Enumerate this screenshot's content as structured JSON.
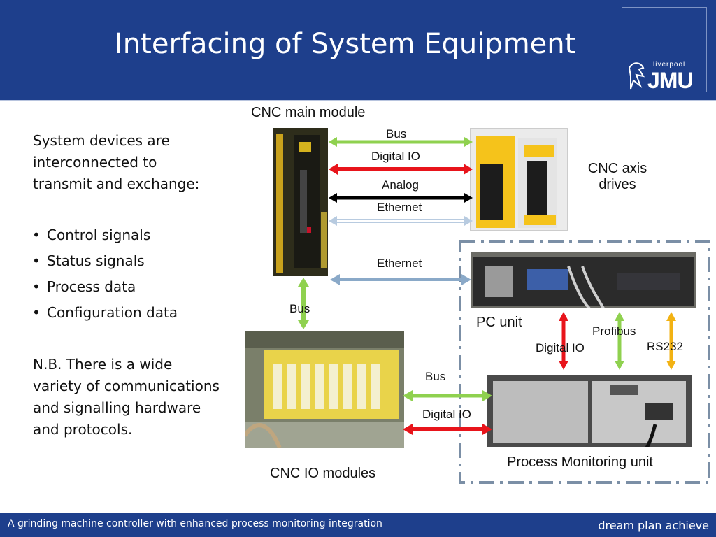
{
  "header": {
    "title": "Interfacing of System Equipment"
  },
  "logo": {
    "small": "liverpool",
    "big": "JMU"
  },
  "left": {
    "intro": [
      "System devices are",
      "interconnected to",
      "transmit and exchange:"
    ],
    "bullets": [
      "Control signals",
      "Status signals",
      "Process data",
      "Configuration data"
    ],
    "note": [
      "N.B. There is a wide",
      "variety of communications",
      "and signalling hardware",
      "and protocols."
    ]
  },
  "diagram": {
    "cnc_main": "CNC main module",
    "axis_drives": [
      "CNC axis",
      "drives"
    ],
    "io_modules": "CNC IO modules",
    "pc_unit": "PC unit",
    "pm_unit": "Process Monitoring unit",
    "links": {
      "bus_top": "Bus",
      "dio_top": "Digital IO",
      "analog": "Analog",
      "eth_top": "Ethernet",
      "eth_mid": "Ethernet",
      "bus_vert": "Bus",
      "profibus": "Profibus",
      "dio_pc": "Digital IO",
      "rs232": "RS232",
      "bus_low": "Bus",
      "dio_low": "Digital IO"
    },
    "colors": {
      "bus": "#8fd14f",
      "digital_io": "#e8141b",
      "analog": "#000000",
      "ethernet": "#8aa9c8",
      "rs232": "#f2b213"
    }
  },
  "footer": {
    "text": "A grinding machine controller with enhanced process monitoring integration",
    "slogan": "dream plan achieve"
  }
}
